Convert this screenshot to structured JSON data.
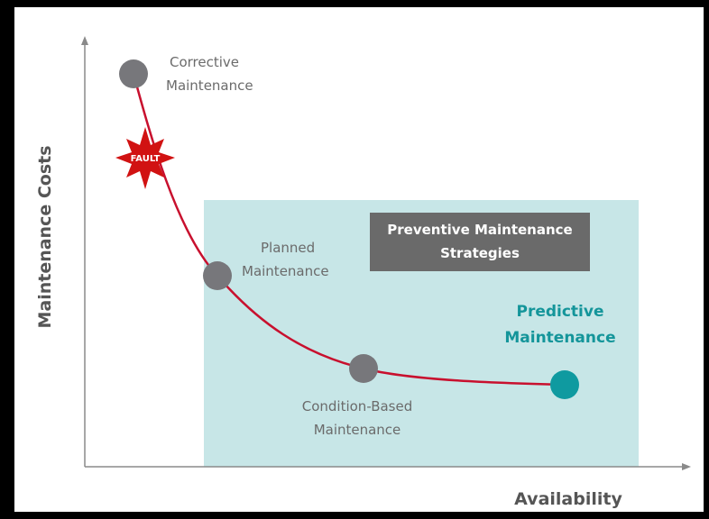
{
  "axes": {
    "y_label": "Maintenance Costs",
    "x_label": "Availability"
  },
  "fault_label": "FAULT",
  "strategies_box": {
    "line1": "Preventive Maintenance",
    "line2": "Strategies"
  },
  "stages": {
    "corrective": {
      "line1": "Corrective",
      "line2": "Maintenance"
    },
    "planned": {
      "line1": "Planned",
      "line2": "Maintenance"
    },
    "condition": {
      "line1": "Condition-Based",
      "line2": "Maintenance"
    },
    "predictive": {
      "line1": "Predictive",
      "line2": "Maintenance"
    }
  },
  "colors": {
    "curve": "#c8102e",
    "node_gray": "#77777b",
    "node_predictive": "#0f9aa0",
    "region_fill": "#c7e6e7",
    "strategy_box": "#6a6a6a",
    "fault_star": "#d11212"
  }
}
